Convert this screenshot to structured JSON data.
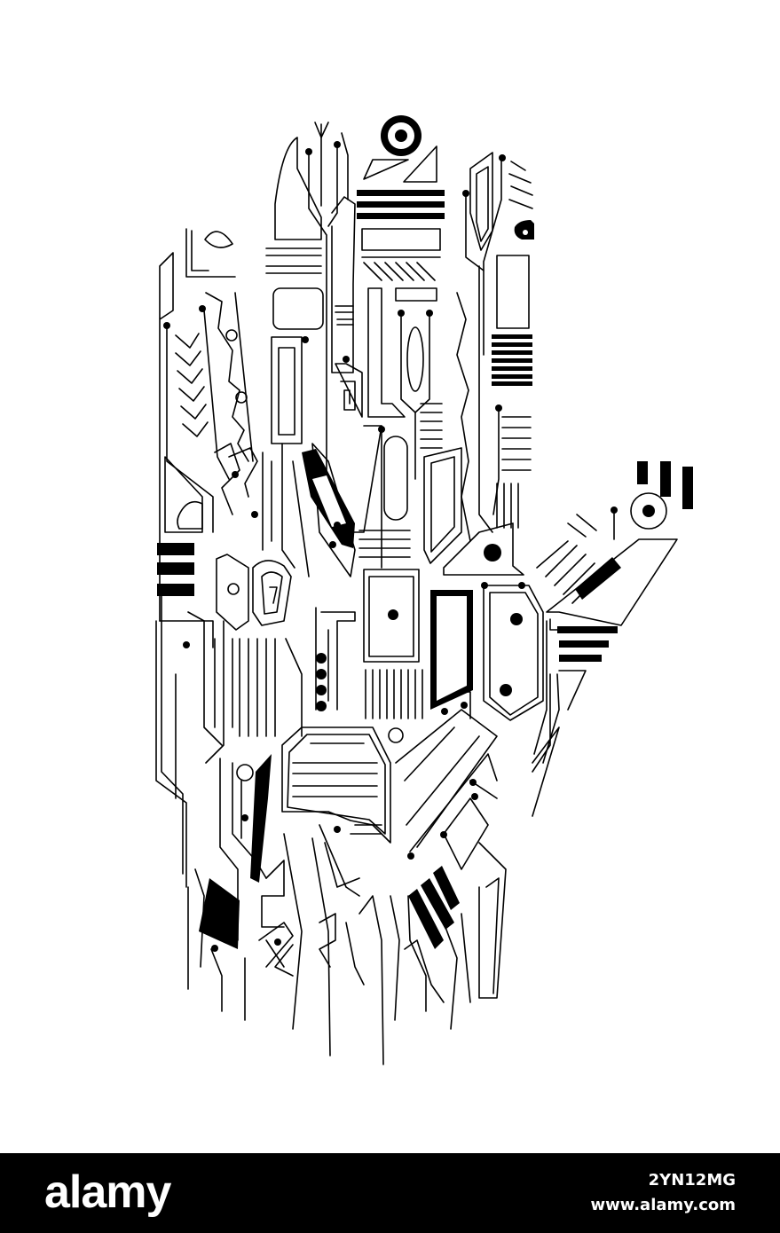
{
  "colors": {
    "background": "#ffffff",
    "ink": "#000000",
    "footer_bg": "#000000",
    "footer_text": "#ffffff"
  },
  "artwork": {
    "subject": "hand-icon"
  },
  "footer": {
    "brand": "alamy",
    "image_id": "2YN12MG",
    "site": "www.alamy.com"
  }
}
